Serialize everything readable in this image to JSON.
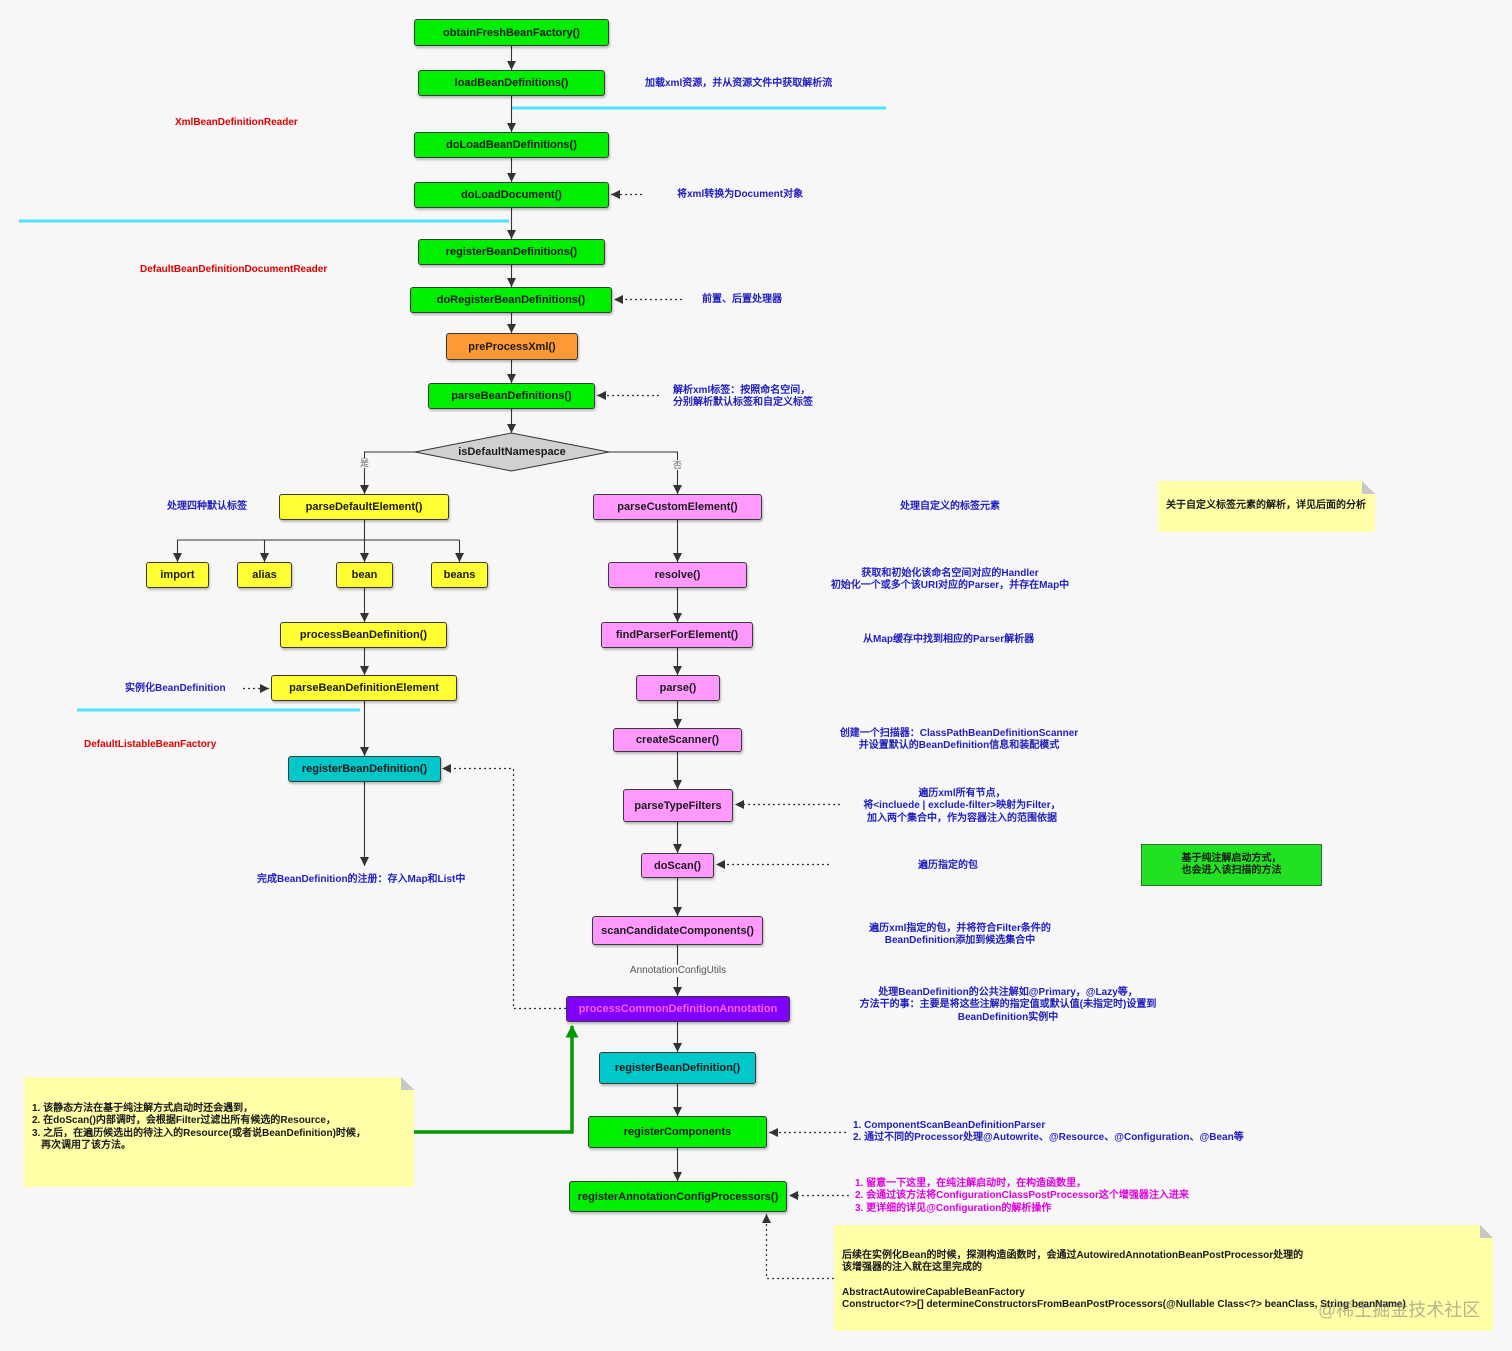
{
  "colors": {
    "canvas": "#f7f7f7",
    "green_node": "#00ee00",
    "orange_node": "#ff9933",
    "yellow_node": "#ffff33",
    "pink_node": "#ff99ff",
    "teal_node": "#00c8c8",
    "purple_node": "#8000ff",
    "purple_node_text": "#ff5cf0",
    "decision_node": "#d0d0d0",
    "note_yellow": "#ffffa8",
    "note_green": "#22e022",
    "annotation_blue": "#1f1fc0",
    "class_label_red": "#e00000",
    "highlight_magenta": "#e000e0",
    "separator_cyan": "#4de3fb",
    "reference_green": "#009900"
  },
  "main_flow": {
    "obtain_fresh_bean_factory": "obtainFreshBeanFactory()",
    "load_bean_definitions": "loadBeanDefinitions()",
    "do_load_bean_definitions": "doLoadBeanDefinitions()",
    "do_load_document": "doLoadDocument()",
    "register_bean_definitions": "registerBeanDefinitions()",
    "do_register_bean_definitions": "doRegisterBeanDefinitions()",
    "pre_process_xml": "preProcessXml()",
    "parse_bean_definitions": "parseBeanDefinitions()"
  },
  "decision": {
    "label": "isDefaultNamespace",
    "yes": "是",
    "no": "否"
  },
  "default_branch": {
    "parse_default_element": "parseDefaultElement()",
    "tags": [
      "import",
      "alias",
      "bean",
      "beans"
    ],
    "process_bean_definition": "processBeanDefinition()",
    "parse_bean_definition_element": "parseBeanDefinitionElement",
    "register_bean_definition": "registerBeanDefinition()"
  },
  "custom_branch": {
    "parse_custom_element": "parseCustomElement()",
    "resolve": "resolve()",
    "find_parser_for_element": "findParserForElement()",
    "parse": "parse()",
    "create_scanner": "createScanner()",
    "parse_type_filters": "parseTypeFilters",
    "do_scan": "doScan()",
    "scan_candidate_components": "scanCandidateComponents()",
    "process_common_definition_annotation": "processCommonDefinitionAnnotation",
    "register_bean_definition": "registerBeanDefinition()",
    "register_components": "registerComponents",
    "register_annotation_config_processors": "registerAnnotationConfigProcessors()"
  },
  "edge_labels": {
    "annotation_config_utils": "AnnotationConfigUtils"
  },
  "class_labels": {
    "xml_reader": "XmlBeanDefinitionReader",
    "document_reader": "DefaultBeanDefinitionDocumentReader",
    "listable_factory": "DefaultListableBeanFactory"
  },
  "annotations": {
    "load_xml": "加载xml资源，并从资源文件中获取解析流",
    "to_document": "将xml转换为Document对象",
    "processors": "前置、后置处理器",
    "parse_tags": [
      "解析xml标签：按照命名空间，",
      "分别解析默认标签和自定义标签"
    ],
    "default_tags": "处理四种默认标签",
    "custom_tags": "处理自定义的标签元素",
    "namespace_handler": [
      "获取和初始化该命名空间对应的Handler",
      "初始化一个或多个该URI对应的Parser，并存在Map中"
    ],
    "find_parser": "从Map缓存中找到相应的Parser解析器",
    "instantiate": "实例化BeanDefinition",
    "create_scanner": [
      "创建一个扫描器：ClassPathBeanDefinitionScanner",
      "并设置默认的BeanDefinition信息和装配模式"
    ],
    "type_filters": [
      "遍历xml所有节点，",
      "将<incluede | exclude-filter>映射为Filter，",
      "加入两个集合中，作为容器注入的范围依据"
    ],
    "scan_packages": "遍历指定的包",
    "scan_candidates": [
      "遍历xml指定的包，并将符合Filter条件的",
      "BeanDefinition添加到候选集合中"
    ],
    "common_annotations": [
      "处理BeanDefinition的公共注解如@Primary，@Lazy等，",
      "方法干的事：主要是将这些注解的指定值或默认值(未指定时)设置到",
      "BeanDefinition实例中"
    ],
    "register_complete": "完成BeanDefinition的注册：存入Map和List中",
    "register_components": [
      "1. ComponentScanBeanDefinitionParser",
      "2. 通过不同的Processor处理@Autowrite、@Resource、@Configuration、@Bean等"
    ],
    "config_processors": [
      "1. 留意一下这里，在纯注解启动时，在构造函数里，",
      "2. 会通过该方法将ConfigurationClassPostProcessor这个增强器注入进来",
      "3. 更详细的详见@Configuration的解析操作"
    ]
  },
  "notes": {
    "custom_parsing": "关于自定义标签元素的解析，详见后面的分析",
    "annotation_startup": [
      "基于纯注解启动方式，",
      "也会进入该扫描的方法"
    ],
    "static_method": [
      "1. 该静态方法在基于纯注解方式启动时还会遇到，",
      "2. 在doScan()内部调时，会根据Filter过滤出所有候选的Resource，",
      "3. 之后，在遍历候选出的待注入的Resource(或者说BeanDefinition)时候，",
      "再次调用了该方法。"
    ],
    "autowired": [
      "后续在实例化Bean的时候，探测构造函数时，会通过AutowiredAnnotationBeanPostProcessor处理的",
      "该增强器的注入就在这里完成的",
      "AbstractAutowireCapableBeanFactory",
      "Constructor<?>[] determineConstructorsFromBeanPostProcessors(@Nullable Class<?> beanClass, String beanName)"
    ]
  },
  "watermark": "@稀土掘金技术社区"
}
